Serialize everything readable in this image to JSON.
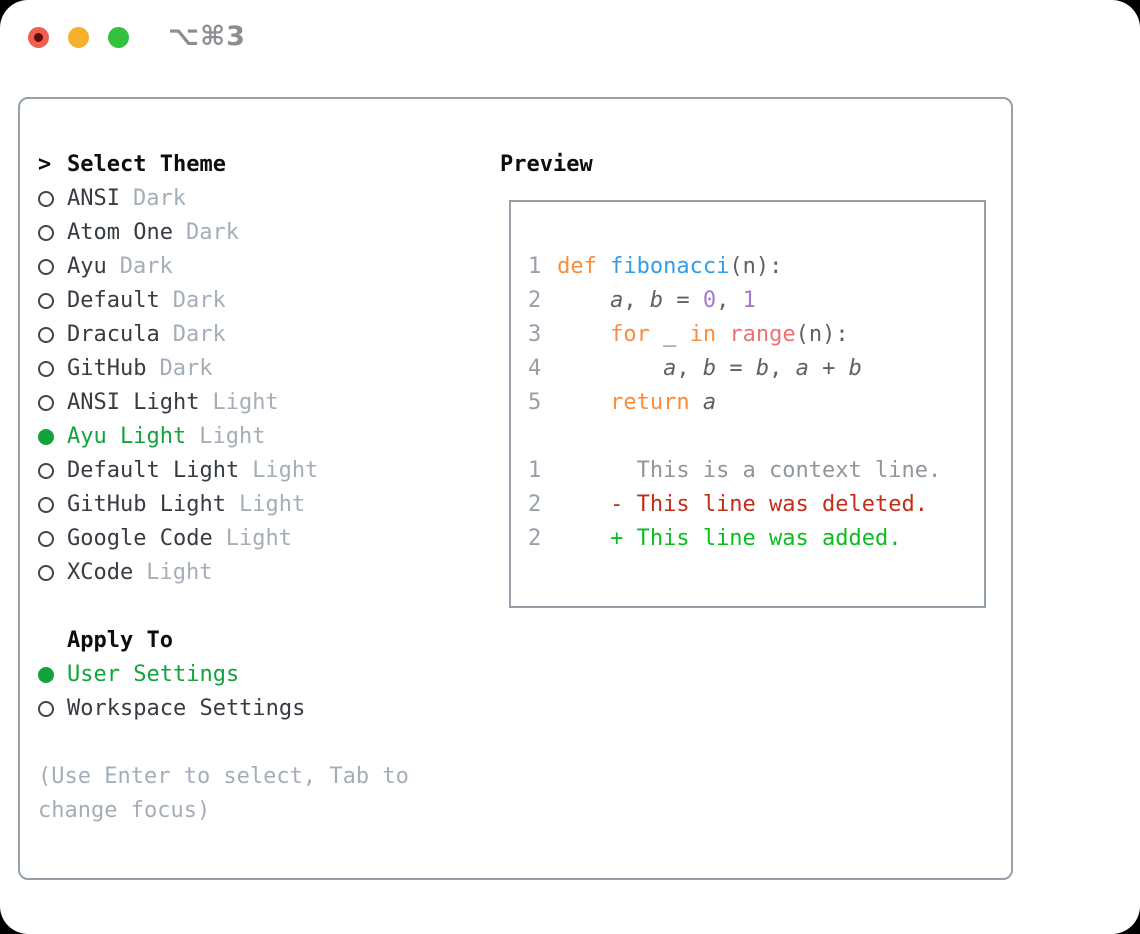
{
  "window": {
    "title": "⌥⌘3"
  },
  "theme_selector": {
    "prompt": ">",
    "title": "Select Theme",
    "items": [
      {
        "label": "ANSI",
        "variant": "Dark",
        "selected": false
      },
      {
        "label": "Atom One",
        "variant": "Dark",
        "selected": false
      },
      {
        "label": "Ayu",
        "variant": "Dark",
        "selected": false
      },
      {
        "label": "Default",
        "variant": "Dark",
        "selected": false
      },
      {
        "label": "Dracula",
        "variant": "Dark",
        "selected": false
      },
      {
        "label": "GitHub",
        "variant": "Dark",
        "selected": false
      },
      {
        "label": "ANSI Light",
        "variant": "Light",
        "selected": false
      },
      {
        "label": "Ayu Light",
        "variant": "Light",
        "selected": true
      },
      {
        "label": "Default Light",
        "variant": "Light",
        "selected": false
      },
      {
        "label": "GitHub Light",
        "variant": "Light",
        "selected": false
      },
      {
        "label": "Google Code",
        "variant": "Light",
        "selected": false
      },
      {
        "label": "XCode",
        "variant": "Light",
        "selected": false
      }
    ],
    "apply_to": {
      "title": "Apply To",
      "options": [
        {
          "label": "User Settings",
          "selected": true
        },
        {
          "label": "Workspace Settings",
          "selected": false
        }
      ]
    },
    "hint_lines": [
      "(Use Enter to select, Tab to",
      "change focus)"
    ]
  },
  "preview": {
    "title": "Preview",
    "lines": [
      {
        "kind": "code",
        "num": "1",
        "segments": [
          {
            "t": "def",
            "c": "keyword"
          },
          {
            "t": " ",
            "c": "fg"
          },
          {
            "t": "fibonacci",
            "c": "function"
          },
          {
            "t": "(n):",
            "c": "fg"
          }
        ]
      },
      {
        "kind": "code",
        "num": "2",
        "segments": [
          {
            "t": "    ",
            "c": "fg"
          },
          {
            "t": "a",
            "c": "fg",
            "i": true
          },
          {
            "t": ", ",
            "c": "fg"
          },
          {
            "t": "b",
            "c": "fg",
            "i": true
          },
          {
            "t": " = ",
            "c": "fg"
          },
          {
            "t": "0",
            "c": "number"
          },
          {
            "t": ", ",
            "c": "fg"
          },
          {
            "t": "1",
            "c": "number"
          }
        ]
      },
      {
        "kind": "code",
        "num": "3",
        "segments": [
          {
            "t": "    ",
            "c": "fg"
          },
          {
            "t": "for",
            "c": "keyword"
          },
          {
            "t": " _ ",
            "c": "fg"
          },
          {
            "t": "in",
            "c": "keyword"
          },
          {
            "t": " ",
            "c": "fg"
          },
          {
            "t": "range",
            "c": "call"
          },
          {
            "t": "(n):",
            "c": "fg"
          }
        ]
      },
      {
        "kind": "code",
        "num": "4",
        "segments": [
          {
            "t": "        ",
            "c": "fg"
          },
          {
            "t": "a",
            "c": "fg",
            "i": true
          },
          {
            "t": ", ",
            "c": "fg"
          },
          {
            "t": "b",
            "c": "fg",
            "i": true
          },
          {
            "t": " = ",
            "c": "fg"
          },
          {
            "t": "b",
            "c": "fg",
            "i": true
          },
          {
            "t": ", ",
            "c": "fg"
          },
          {
            "t": "a",
            "c": "fg",
            "i": true
          },
          {
            "t": " + ",
            "c": "fg"
          },
          {
            "t": "b",
            "c": "fg",
            "i": true
          }
        ]
      },
      {
        "kind": "code",
        "num": "5",
        "segments": [
          {
            "t": "    ",
            "c": "fg"
          },
          {
            "t": "return",
            "c": "keyword"
          },
          {
            "t": " ",
            "c": "fg"
          },
          {
            "t": "a",
            "c": "fg",
            "i": true
          }
        ]
      },
      {
        "kind": "blank",
        "num": "",
        "segments": []
      },
      {
        "kind": "diff-context",
        "num": "1",
        "segments": [
          {
            "t": "      This is a context line.",
            "c": "context"
          }
        ]
      },
      {
        "kind": "diff-deleted",
        "num": "2",
        "segments": [
          {
            "t": "    - This line was deleted.",
            "c": "deleted"
          }
        ]
      },
      {
        "kind": "diff-added",
        "num": "2",
        "segments": [
          {
            "t": "    + This line was added.",
            "c": "added"
          }
        ]
      }
    ]
  },
  "colors": {
    "keyword": "#fa8c3c",
    "function": "#329ee6",
    "number": "#a37acc",
    "call": "#f07171",
    "fg": "#5a6167",
    "lineno": "#969ea8",
    "context": "#91969b",
    "deleted": "#c32d19",
    "added": "#0abe1e",
    "selected": "#12a43c",
    "muted": "#a5aeb8",
    "text": "#373c42",
    "heading": "#0b0e11",
    "marker": "#40464d",
    "border": "#96a0aa",
    "titlebar-text": "#8c8c91",
    "light-red": "#f25d52",
    "light-red-dot": "#5c0f08",
    "light-yellow": "#f6b02c",
    "light-green": "#32c13c"
  }
}
